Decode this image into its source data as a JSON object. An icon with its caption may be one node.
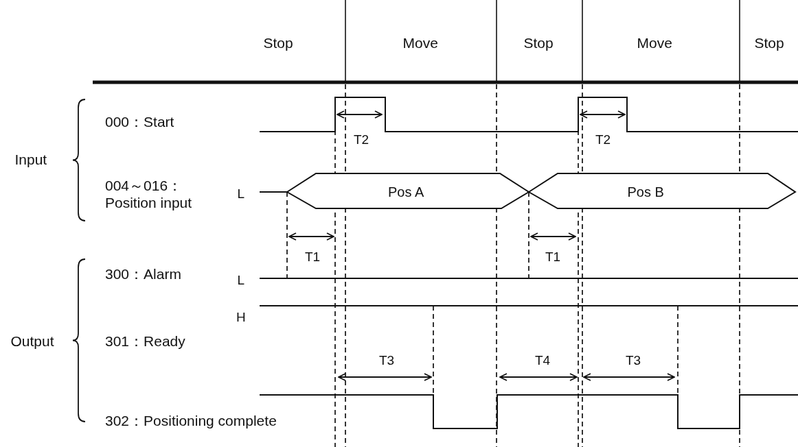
{
  "diagram": {
    "labels": [
      "Stop",
      "Move",
      "Stop",
      "Move",
      "Stop",
      "000：Start",
      "T2",
      "T2",
      "Input",
      "004～016： Position input",
      "L",
      "Pos A",
      "Pos B",
      "T1",
      "T1",
      "300：Alarm",
      "L",
      "Output",
      "301：Ready",
      "H",
      "T3",
      "T4",
      "T3",
      "302：Positioning complete"
    ]
  }
}
